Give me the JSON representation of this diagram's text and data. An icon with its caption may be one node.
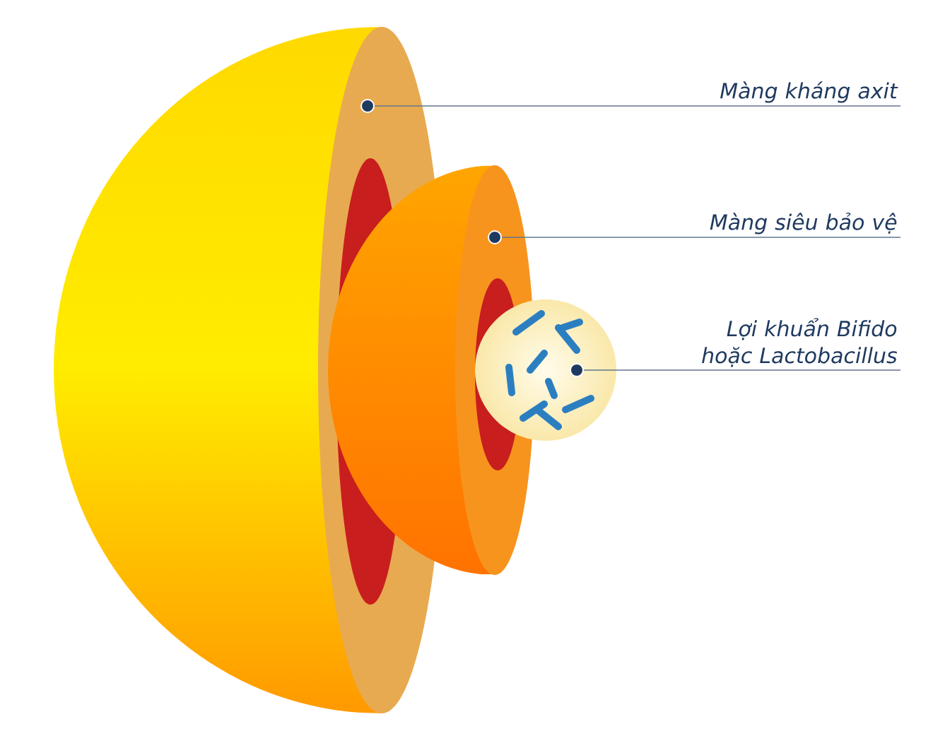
{
  "diagram": {
    "nodes": [
      {
        "text": [
          "Màng kháng axit"
        ]
      },
      {
        "text": [
          "Màng siêu bảo vệ"
        ]
      },
      {
        "text": [
          "Lợi khuẩn Bifido hoặc Lactobacillus"
        ]
      },
      {
        "text": [],
        "shape": "circle"
      },
      {
        "text": [],
        "shape": "circle"
      },
      {
        "text": [],
        "shape": "circle"
      }
    ],
    "edges": [
      {
        "from": 0,
        "to": 3,
        "arrow": "none"
      },
      {
        "from": 1,
        "to": 4,
        "arrow": "none"
      },
      {
        "from": 2,
        "to": 5,
        "arrow": "none"
      }
    ]
  }
}
